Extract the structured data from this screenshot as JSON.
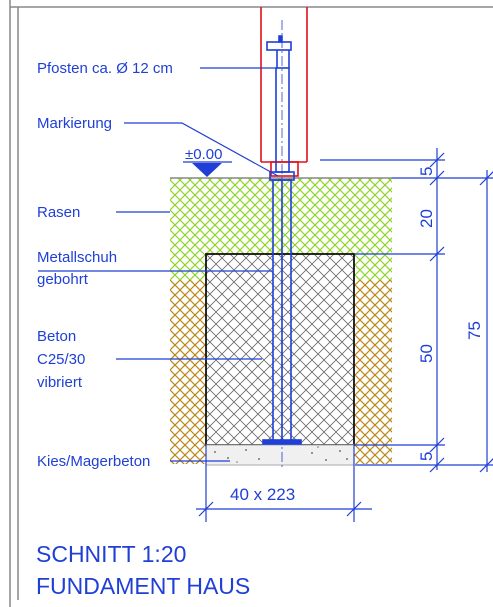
{
  "labels": {
    "post": "Pfosten ca. Ø 12 cm",
    "marking": "Markierung",
    "level": "±0.00",
    "lawn": "Rasen",
    "shoe_line1": "Metallschuh",
    "shoe_line2": "gebohrt",
    "concrete_line1": "Beton",
    "concrete_line2": "C25/30",
    "concrete_line3": "vibriert",
    "gravel": "Kies/Magerbeton"
  },
  "dimensions": {
    "d1": "5",
    "d2": "20",
    "d3": "50",
    "d4": "5",
    "total": "75",
    "width": "40 x 223"
  },
  "title": {
    "line1": "SCHNITT  1:20",
    "line2": "FUNDAMENT  HAUS"
  },
  "colors": {
    "annotation": "#1f3fd6",
    "post": "#e0101a",
    "lawn_hatch": "#8ed42a",
    "soil_hatch": "#b8891a",
    "concrete_hatch": "#6a6a6a",
    "frame": "#888888"
  }
}
